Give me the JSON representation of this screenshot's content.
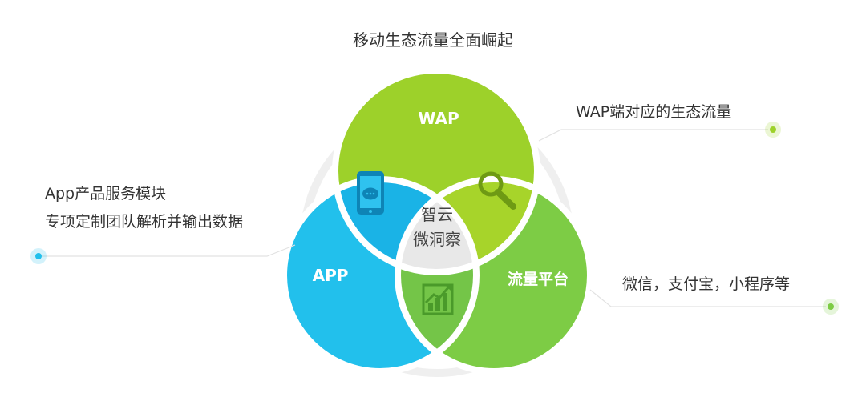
{
  "title": "移动生态流量全面崛起",
  "circles": {
    "wap": "WAP",
    "app": "APP",
    "traffic": "流量平台"
  },
  "center": {
    "line1": "智云",
    "line2": "微洞察"
  },
  "notes": {
    "wap": "WAP端对应的生态流量",
    "app_line1": "App产品服务模块",
    "app_line2": "专项定制团队解析并输出数据",
    "traffic": "微信，支付宝，小程序等"
  },
  "colors": {
    "wap": "#9dd12a",
    "app": "#22c0ec",
    "traffic": "#7dcc45",
    "center": "#e8e8e8",
    "ring": "#efefef"
  },
  "icons": {
    "app_wap_overlap": "mobile-chat-icon",
    "wap_traffic_overlap": "magnifier-icon",
    "app_traffic_overlap": "bar-chart-icon"
  }
}
